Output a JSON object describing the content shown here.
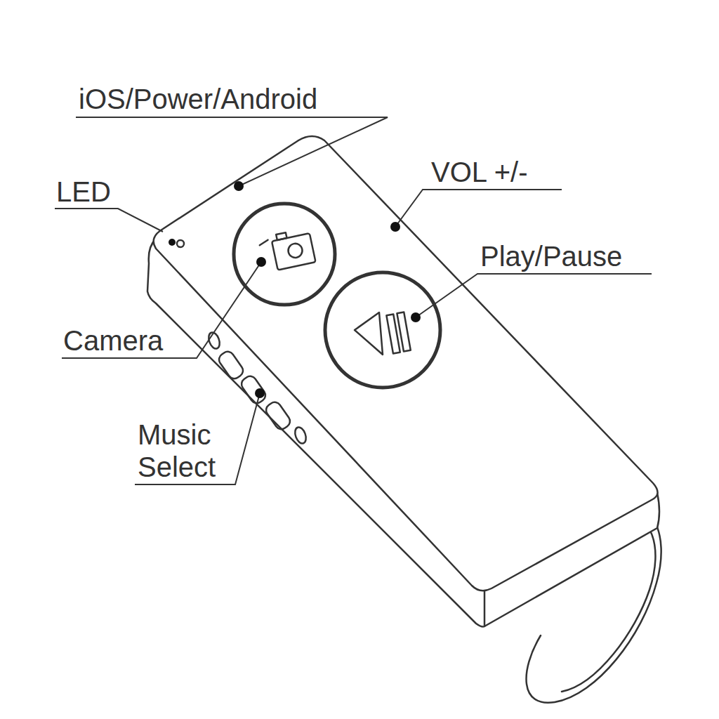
{
  "diagram": {
    "labels": [
      "iOS/Power/Android",
      "LED",
      "VOL +/-",
      "Play/Pause",
      "Camera",
      "Music Select"
    ]
  }
}
